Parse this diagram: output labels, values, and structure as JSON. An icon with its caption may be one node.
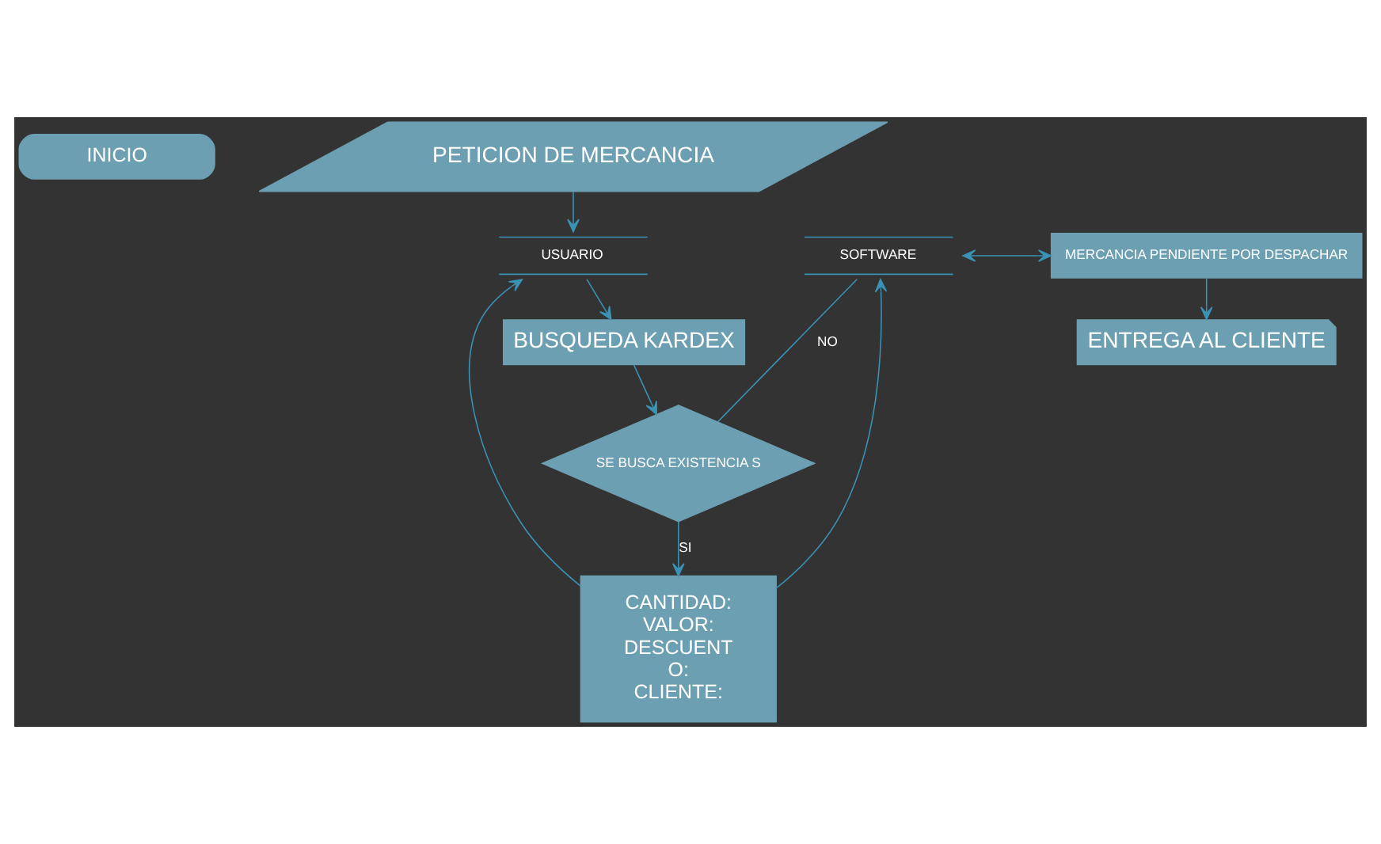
{
  "diagram": {
    "nodes": [
      {
        "text": [
          "INICIO"
        ]
      },
      {
        "text": [
          "PETICION DE MERCANCIA"
        ]
      },
      {
        "text": [
          "USUARIO"
        ]
      },
      {
        "text": [
          "BUSQUEDA KARDEX"
        ]
      },
      {
        "text": [
          "SE BUSCA EXISTENCIA S"
        ]
      },
      {
        "text": [
          "CANTIDAD: VALOR: DESCUENT O: CLIENTE:"
        ]
      },
      {
        "text": [
          "SOFTWARE"
        ]
      },
      {
        "text": [
          "MERCANCIA PENDIENTE POR DESPACHAR"
        ]
      },
      {
        "text": [
          "ENTREGA AL CLIENTE"
        ]
      }
    ],
    "edges": [
      {
        "from": 1,
        "to": 2,
        "arrow": "to"
      },
      {
        "from": 2,
        "to": 3,
        "arrow": "to"
      },
      {
        "from": 3,
        "to": 4,
        "arrow": "to"
      },
      {
        "from": 4,
        "to": 5,
        "arrow": "to",
        "label": "SI"
      },
      {
        "from": 5,
        "to": 2,
        "arrow": "to"
      },
      {
        "from": 5,
        "to": 6,
        "arrow": "to"
      },
      {
        "from": 6,
        "to": 7,
        "arrow": "both"
      },
      {
        "from": 7,
        "to": 8,
        "arrow": "to"
      },
      {
        "from": 4,
        "to": 6,
        "arrow": "none",
        "label": "NO"
      }
    ]
  }
}
